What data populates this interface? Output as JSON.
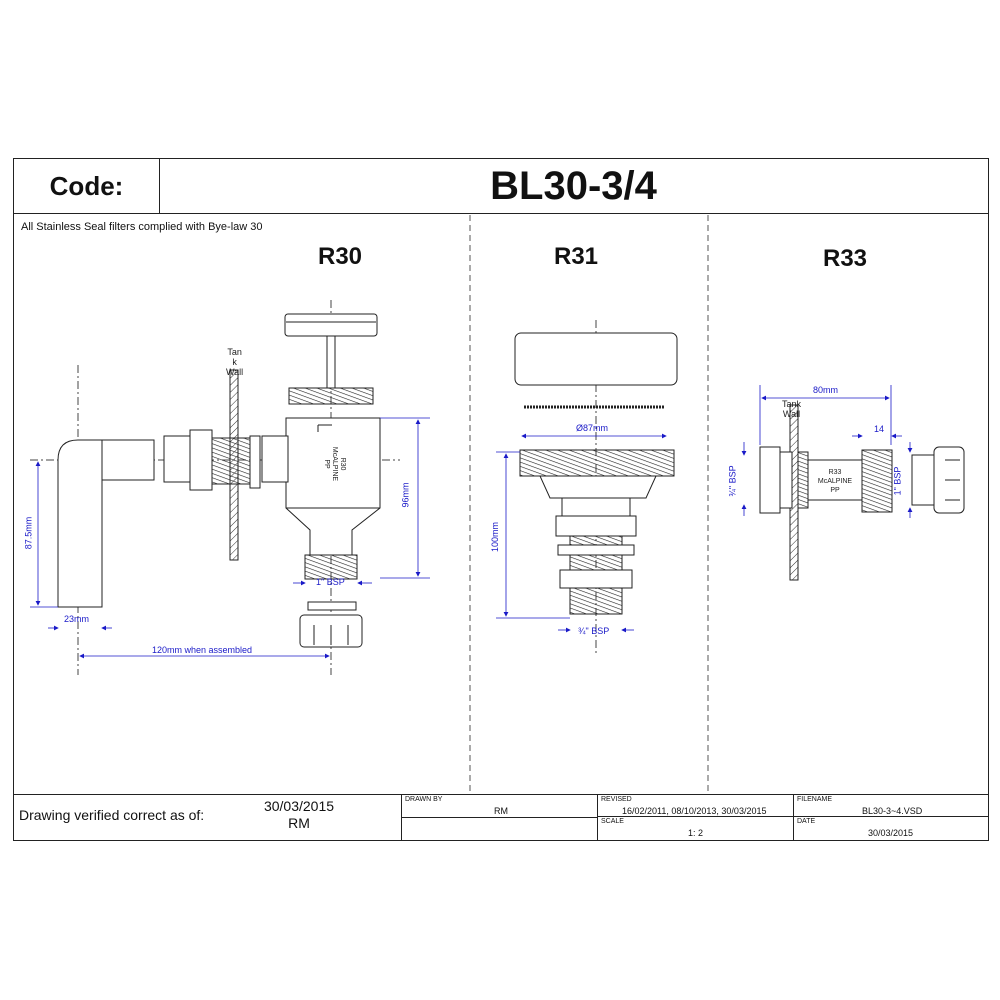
{
  "header": {
    "code_label": "Code:",
    "code_value": "BL30-3/4"
  },
  "note": "All Stainless Seal filters complied with Bye-law 30",
  "panels": {
    "r30": {
      "title": "R30",
      "tank_wall": [
        "Tan",
        "k",
        "Wall"
      ],
      "body_text": [
        "R30",
        "McALPINE",
        "PP"
      ],
      "dim_height": "96mm",
      "dim_bsp": "1\" BSP",
      "dim_elbow": "87.5mm",
      "dim_pipe": "23mm",
      "dim_assembled": "120mm when assembled"
    },
    "r31": {
      "title": "R31",
      "dim_diameter": "Ø87mm",
      "dim_height": "100mm",
      "dim_bsp": "¾\" BSP"
    },
    "r33": {
      "title": "R33",
      "dim_length": "80mm",
      "tank_wall": [
        "Tank",
        "Wall"
      ],
      "body_text": [
        "R33",
        "McALPINE",
        "PP"
      ],
      "dim_14": "14",
      "dim_bsp_left": "¾\" BSP",
      "dim_bsp_right": "1\" BSP"
    }
  },
  "footer": {
    "verified_label": "Drawing verified  correct as of:",
    "verified_date": "30/03/2015",
    "verified_by": "RM",
    "drawn_by_caption": "DRAWN BY",
    "drawn_by": "RM",
    "revised_caption": "REVISED",
    "revised": "16/02/2011, 08/10/2013, 30/03/2015",
    "scale_caption": "SCALE",
    "scale": "1: 2",
    "filename_caption": "FILENAME",
    "filename": "BL30-3~4.VSD",
    "date_caption": "DATE",
    "date": "30/03/2015"
  }
}
